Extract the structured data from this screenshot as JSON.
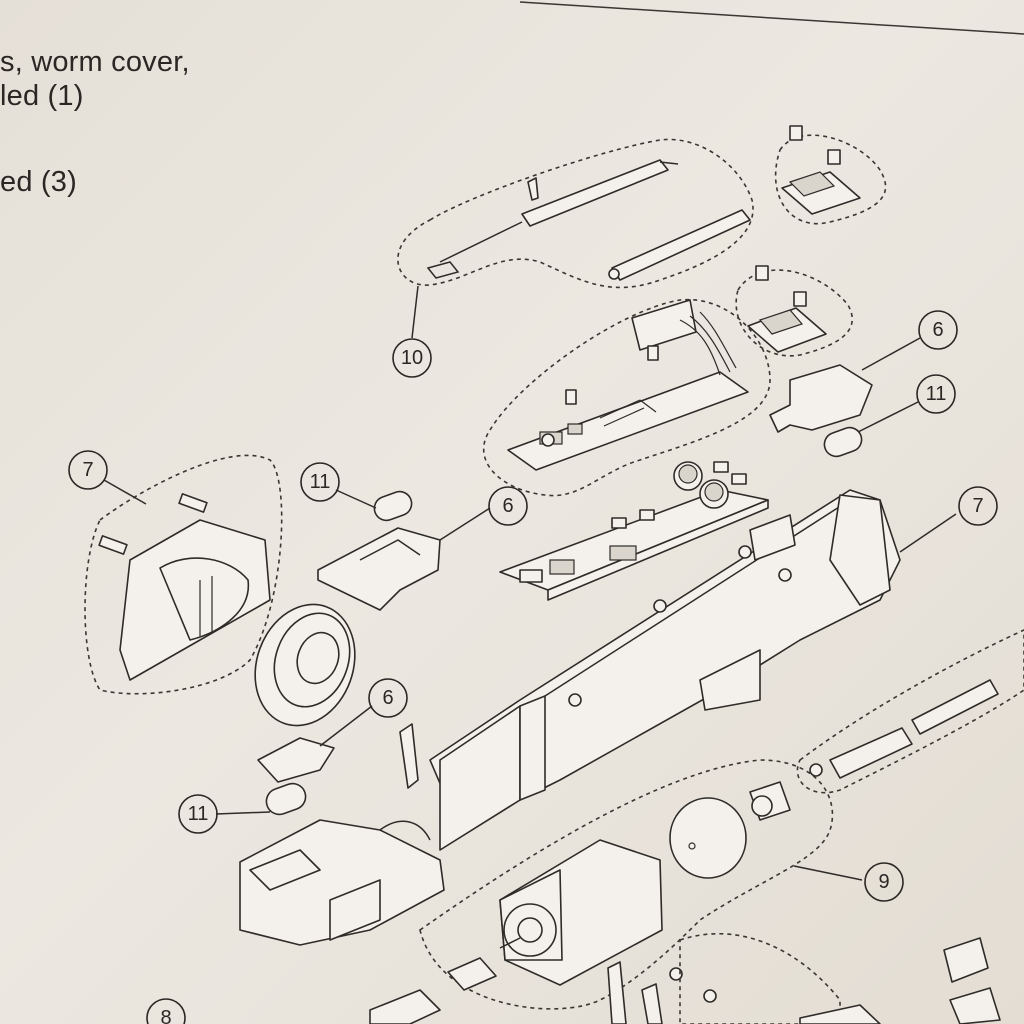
{
  "header_text": {
    "line1": "s, worm cover,",
    "line2": "led (1)",
    "line3": "ed (3)"
  },
  "callouts": [
    {
      "id": "c10",
      "label": "10"
    },
    {
      "id": "c6a",
      "label": "6"
    },
    {
      "id": "c11a",
      "label": "11"
    },
    {
      "id": "c7a",
      "label": "7"
    },
    {
      "id": "c11b",
      "label": "11"
    },
    {
      "id": "c6b",
      "label": "6"
    },
    {
      "id": "c7b",
      "label": "7"
    },
    {
      "id": "c6c",
      "label": "6"
    },
    {
      "id": "c11c",
      "label": "11"
    },
    {
      "id": "c9",
      "label": "9"
    },
    {
      "id": "c8",
      "label": "8"
    }
  ]
}
